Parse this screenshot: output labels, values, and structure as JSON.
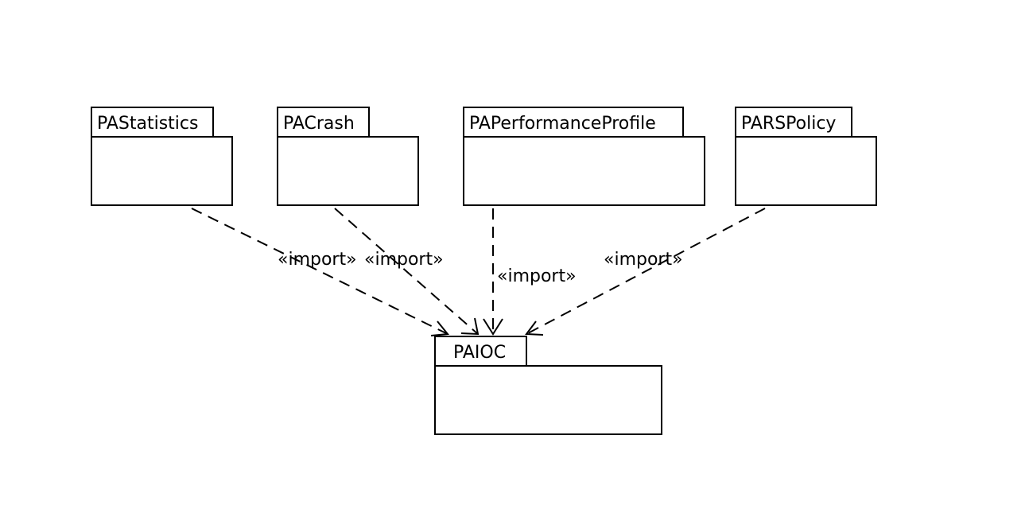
{
  "packages": {
    "pastatistics": "PAStatistics",
    "pacrash": "PACrash",
    "paperformanceprofile": "PAPerformanceProfile",
    "parspolicy": "PARSPolicy",
    "paioc": "PAIOC"
  },
  "dependencies": [
    {
      "from": "PAStatistics",
      "to": "PAIOC",
      "label": "«import»"
    },
    {
      "from": "PACrash",
      "to": "PAIOC",
      "label": "«import»"
    },
    {
      "from": "PAPerformanceProfile",
      "to": "PAIOC",
      "label": "«import»"
    },
    {
      "from": "PARSPolicy",
      "to": "PAIOC",
      "label": "«import»"
    }
  ]
}
